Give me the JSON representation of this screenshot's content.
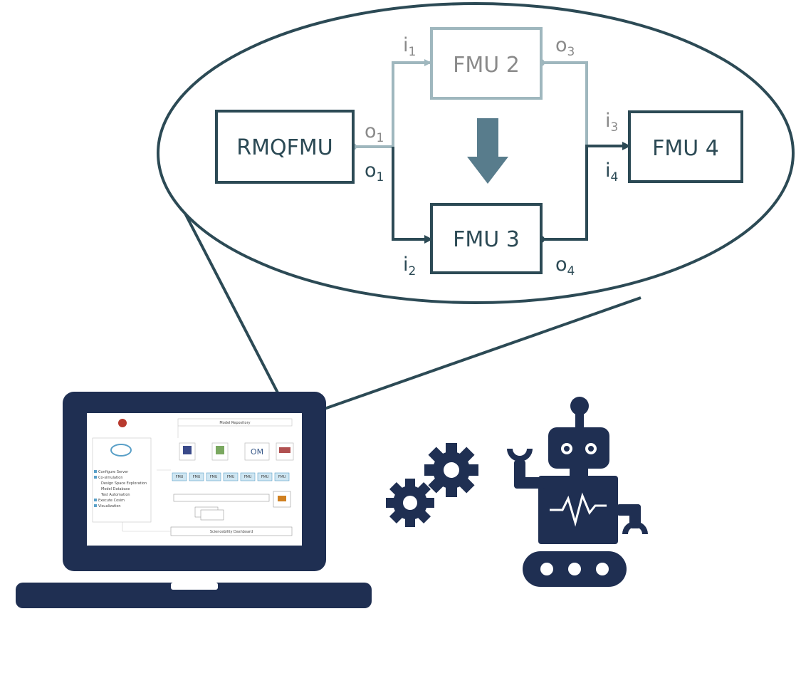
{
  "colors": {
    "navy": "#1f2f52",
    "dark_teal": "#2c4a55",
    "light_teal": "#9fb7be",
    "fmu2_text": "#8a8a8a",
    "arrow": "#587c8c",
    "screen_accent": "#5aa0c8"
  },
  "blocks": {
    "rmqfmu": "RMQFMU",
    "fmu2": "FMU 2",
    "fmu3": "FMU 3",
    "fmu4": "FMU 4"
  },
  "ports": {
    "o1_top": {
      "main": "o",
      "sub": "1"
    },
    "o1_bottom": {
      "main": "o",
      "sub": "1"
    },
    "i1": {
      "main": "i",
      "sub": "1"
    },
    "i2": {
      "main": "i",
      "sub": "2"
    },
    "o3": {
      "main": "o",
      "sub": "3"
    },
    "o4": {
      "main": "o",
      "sub": "4"
    },
    "i3": {
      "main": "i",
      "sub": "3"
    },
    "i4": {
      "main": "i",
      "sub": "4"
    }
  },
  "screen": {
    "header": "Model Repository",
    "sidebar_items": [
      "Configure Server",
      "Co-simulation",
      "Design Space Exploration",
      "Model Database",
      "Test Automation",
      "Execute Cosim",
      "Visualization"
    ],
    "tool_om": "OM",
    "fmu_slots": [
      "FMU",
      "FMU",
      "FMU",
      "FMU",
      "FMU",
      "FMU",
      "FMU"
    ],
    "bottom_bar": "Sciencebility Dashboard"
  },
  "icons": [
    "gear-icon",
    "robot-icon",
    "laptop-icon",
    "down-arrow-icon",
    "zoom-ellipse"
  ]
}
